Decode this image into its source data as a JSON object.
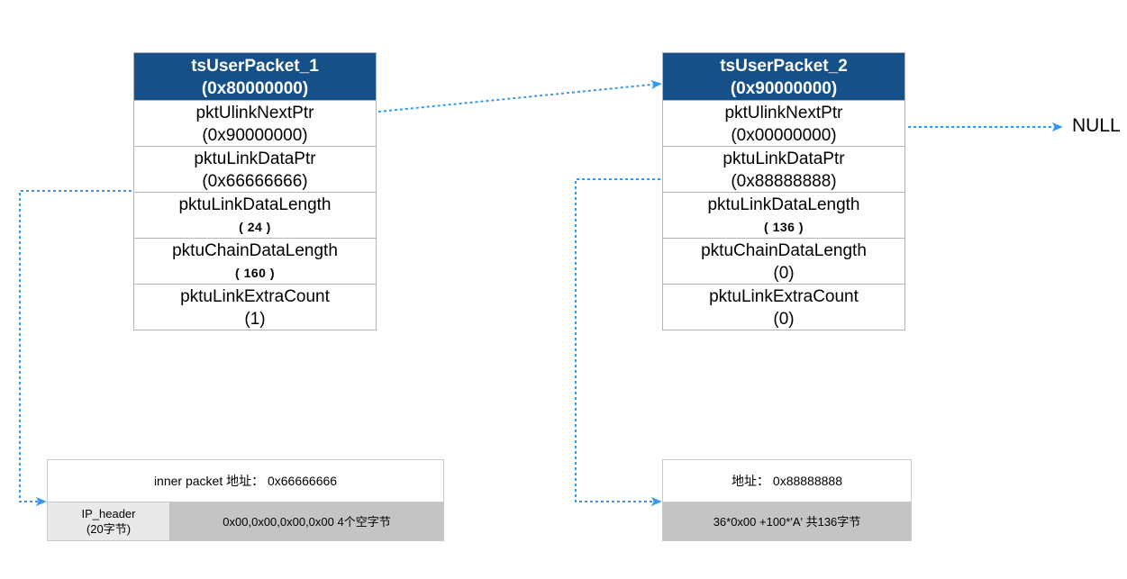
{
  "diagram": {
    "accent_blue": "#165089",
    "connector_blue": "#3399f0",
    "cell_light_gray": "#e9e9ec",
    "cell_dark_gray": "#c4c4c4"
  },
  "structs": [
    {
      "title": "tsUserPacket_1",
      "address": "(0x80000000)",
      "fields": [
        {
          "name": "pktUlinkNextPtr",
          "value": "(0x90000000)",
          "small": false
        },
        {
          "name": "pktuLinkDataPtr",
          "value": "(0x66666666)",
          "small": false
        },
        {
          "name": "pktuLinkDataLength",
          "value": "(  24  )",
          "small": true
        },
        {
          "name": "pktuChainDataLength",
          "value": "(  160   )",
          "small": true
        },
        {
          "name": "pktuLinkExtraCount",
          "value": "(1)",
          "small": false
        }
      ]
    },
    {
      "title": "tsUserPacket_2",
      "address": "(0x90000000)",
      "fields": [
        {
          "name": "pktUlinkNextPtr",
          "value": "(0x00000000)",
          "small": false
        },
        {
          "name": "pktuLinkDataPtr",
          "value": "(0x88888888)",
          "small": false
        },
        {
          "name": "pktuLinkDataLength",
          "value": "(  136  )",
          "small": true
        },
        {
          "name": "pktuChainDataLength",
          "value": "(0)",
          "small": false
        },
        {
          "name": "pktuLinkExtraCount",
          "value": "(0)",
          "small": false
        }
      ]
    }
  ],
  "memory_blocks": [
    {
      "address_label": "inner packet 地址： 0x66666666",
      "cells": [
        {
          "text": "IP_header\n(20字节)",
          "line1": "IP_header",
          "line2": "(20字节)",
          "shade": "light"
        },
        {
          "text": "0x00,0x00,0x00,0x00 4个空字节",
          "line1": "0x00,0x00,0x00,0x00 4个空字节",
          "line2": "",
          "shade": "dark"
        }
      ]
    },
    {
      "address_label": "地址： 0x88888888",
      "cells": [
        {
          "text": "36*0x00 +100*'A' 共136字节",
          "line1": "36*0x00 +100*'A' 共136字节",
          "line2": "",
          "shade": "dark"
        }
      ]
    }
  ],
  "labels": {
    "null_label": "NULL"
  }
}
